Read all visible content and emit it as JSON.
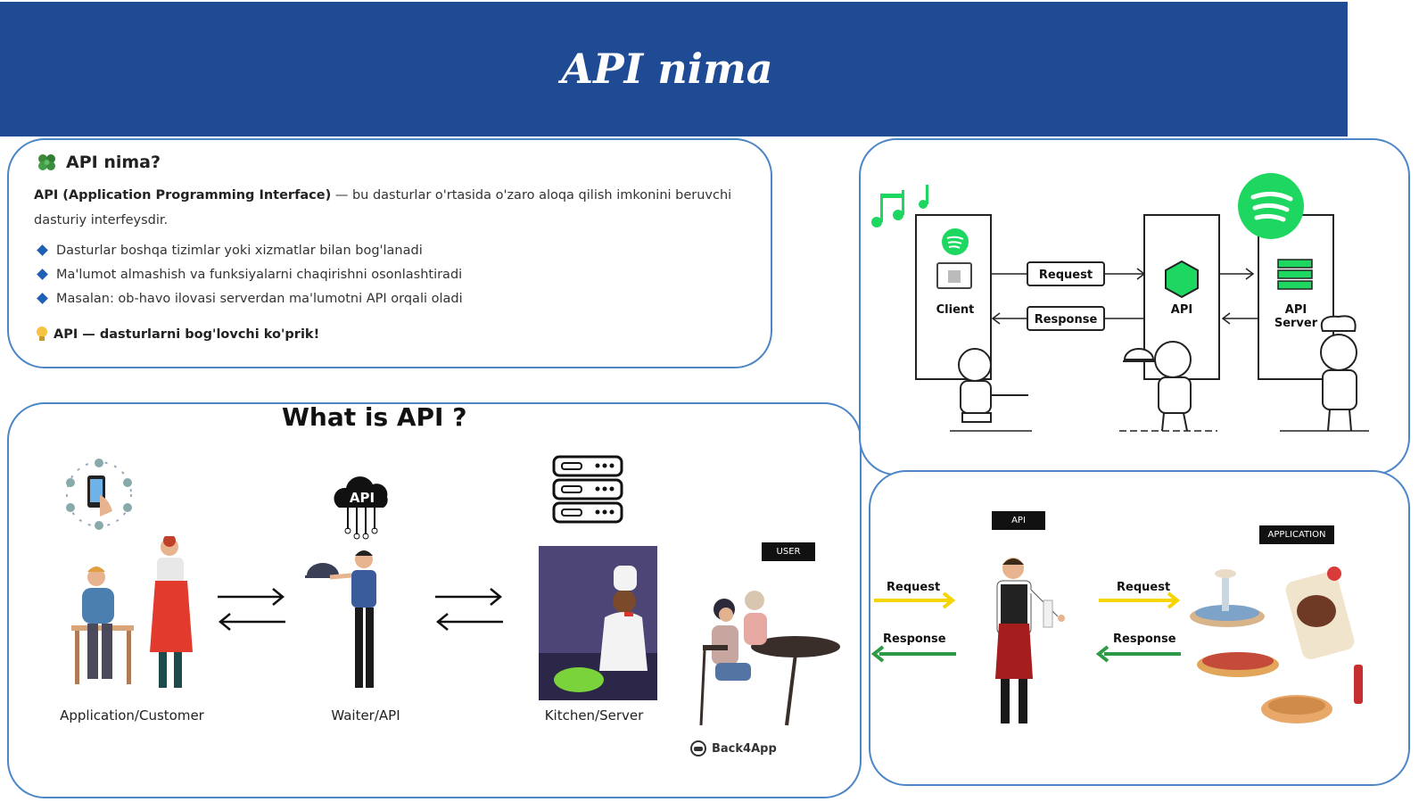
{
  "slide": {
    "title": "API nima"
  },
  "info": {
    "heading": "API nima?",
    "intro_bold": "API (Application Programming Interface)",
    "intro_rest": " — bu dasturlar o'rtasida o'zaro aloqa qilish imkonini beruvchi dasturiy interfeysdir.",
    "bullets": [
      "Dasturlar boshqa tizimlar yoki xizmatlar bilan bog'lanadi",
      "Ma'lumot almashish va funksiyalarni chaqirishni osonlashtiradi",
      "Masalan: ob-havo ilovasi serverdan ma'lumotni API orqali oladi"
    ],
    "tip": "API — dasturlarni bog'lovchi ko'prik!"
  },
  "what_is_api": {
    "title": "What is API ?",
    "api_cloud_label": "API",
    "user_tag": "USER",
    "captions": [
      "Application/Customer",
      "Waiter/API",
      "Kitchen/Server"
    ],
    "watermark": "Back4App"
  },
  "spotify": {
    "client_label": "Client",
    "api_label": "API",
    "server_label_1": "API",
    "server_label_2": "Server",
    "request": "Request",
    "response": "Response"
  },
  "restaurant": {
    "api_tag": "API",
    "app_tag": "APPLICATION",
    "request_left": "Request",
    "response_left": "Response",
    "request_right": "Request",
    "response_right": "Response"
  },
  "colors": {
    "banner": "#1f4a94",
    "panel_border": "#4d86c6",
    "spotify": "#1ed760",
    "request_arrow": "#f5d400",
    "response_arrow": "#2e9a46"
  }
}
